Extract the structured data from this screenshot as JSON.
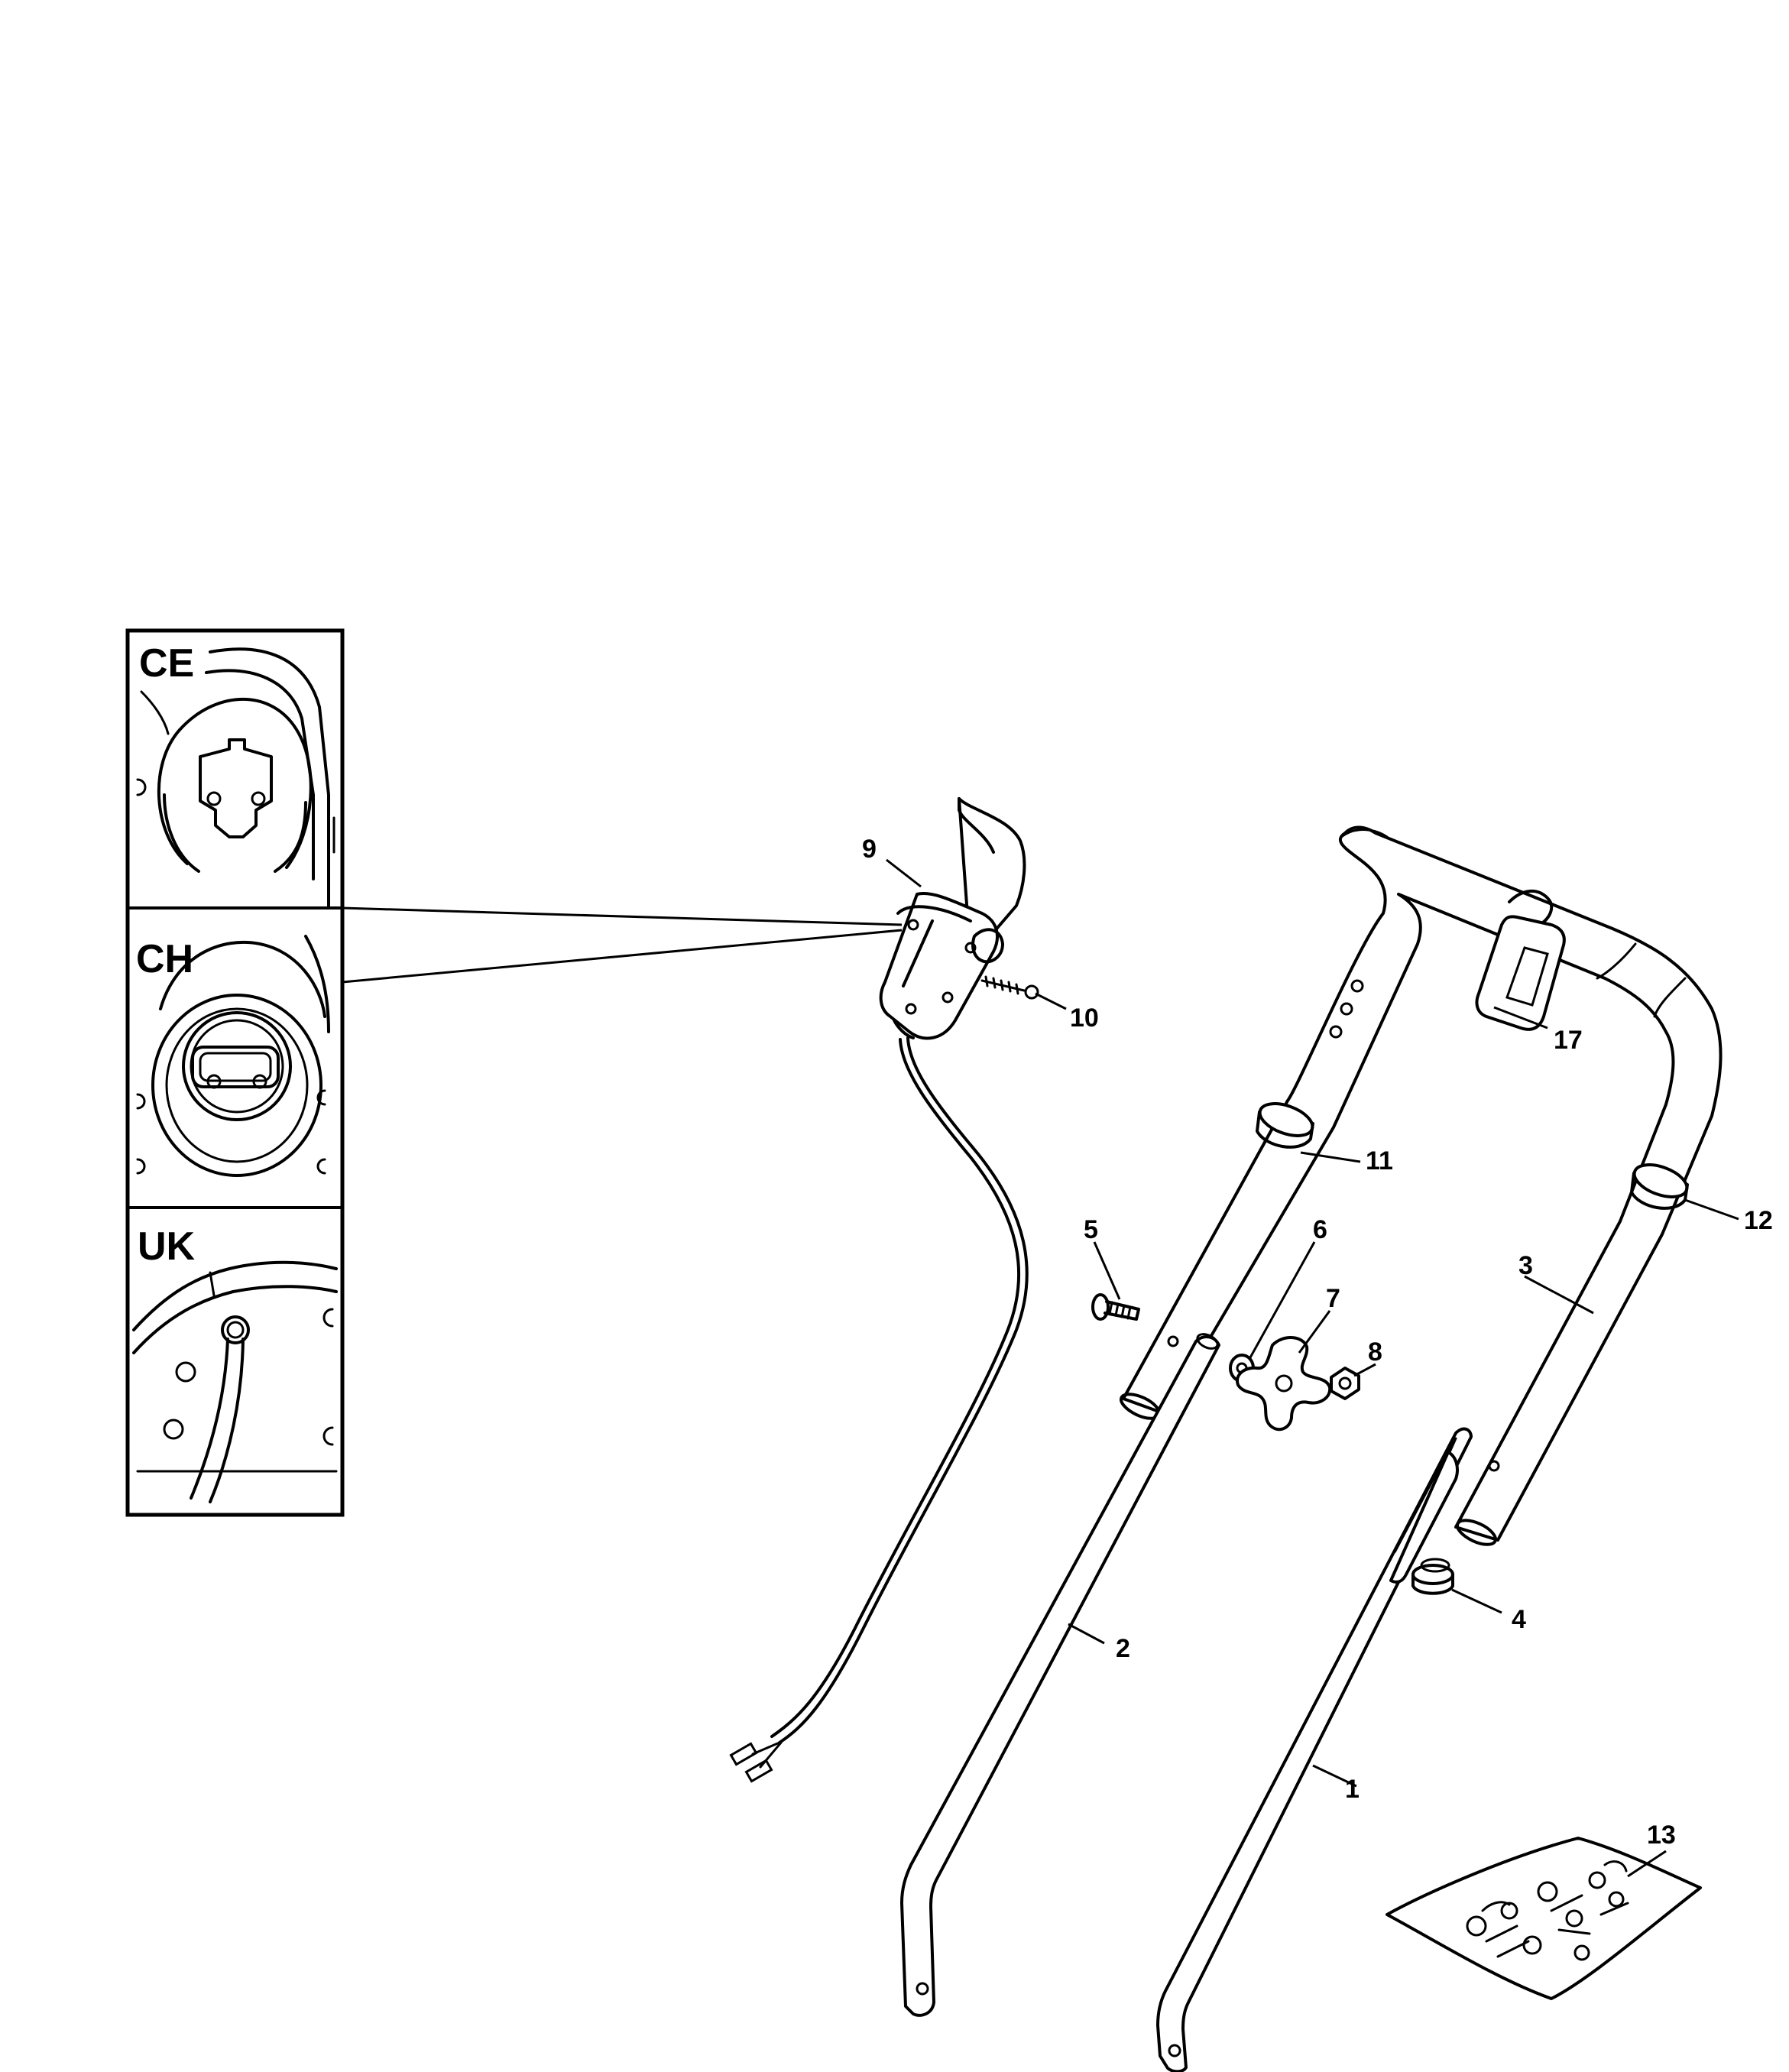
{
  "insets": [
    {
      "id": "ce",
      "label": "CE"
    },
    {
      "id": "ch",
      "label": "CH"
    },
    {
      "id": "uk",
      "label": "UK"
    }
  ],
  "callouts": [
    {
      "id": "p1",
      "text": "1"
    },
    {
      "id": "p2",
      "text": "2"
    },
    {
      "id": "p3",
      "text": "3"
    },
    {
      "id": "p4",
      "text": "4"
    },
    {
      "id": "p5",
      "text": "5"
    },
    {
      "id": "p6",
      "text": "6"
    },
    {
      "id": "p7",
      "text": "7"
    },
    {
      "id": "p8",
      "text": "8"
    },
    {
      "id": "p9",
      "text": "9"
    },
    {
      "id": "p10",
      "text": "10"
    },
    {
      "id": "p11",
      "text": "11"
    },
    {
      "id": "p12",
      "text": "12"
    },
    {
      "id": "p13",
      "text": "13"
    },
    {
      "id": "p17",
      "text": "17"
    }
  ],
  "colors": {
    "ink": "#000000",
    "paper": "#ffffff"
  }
}
